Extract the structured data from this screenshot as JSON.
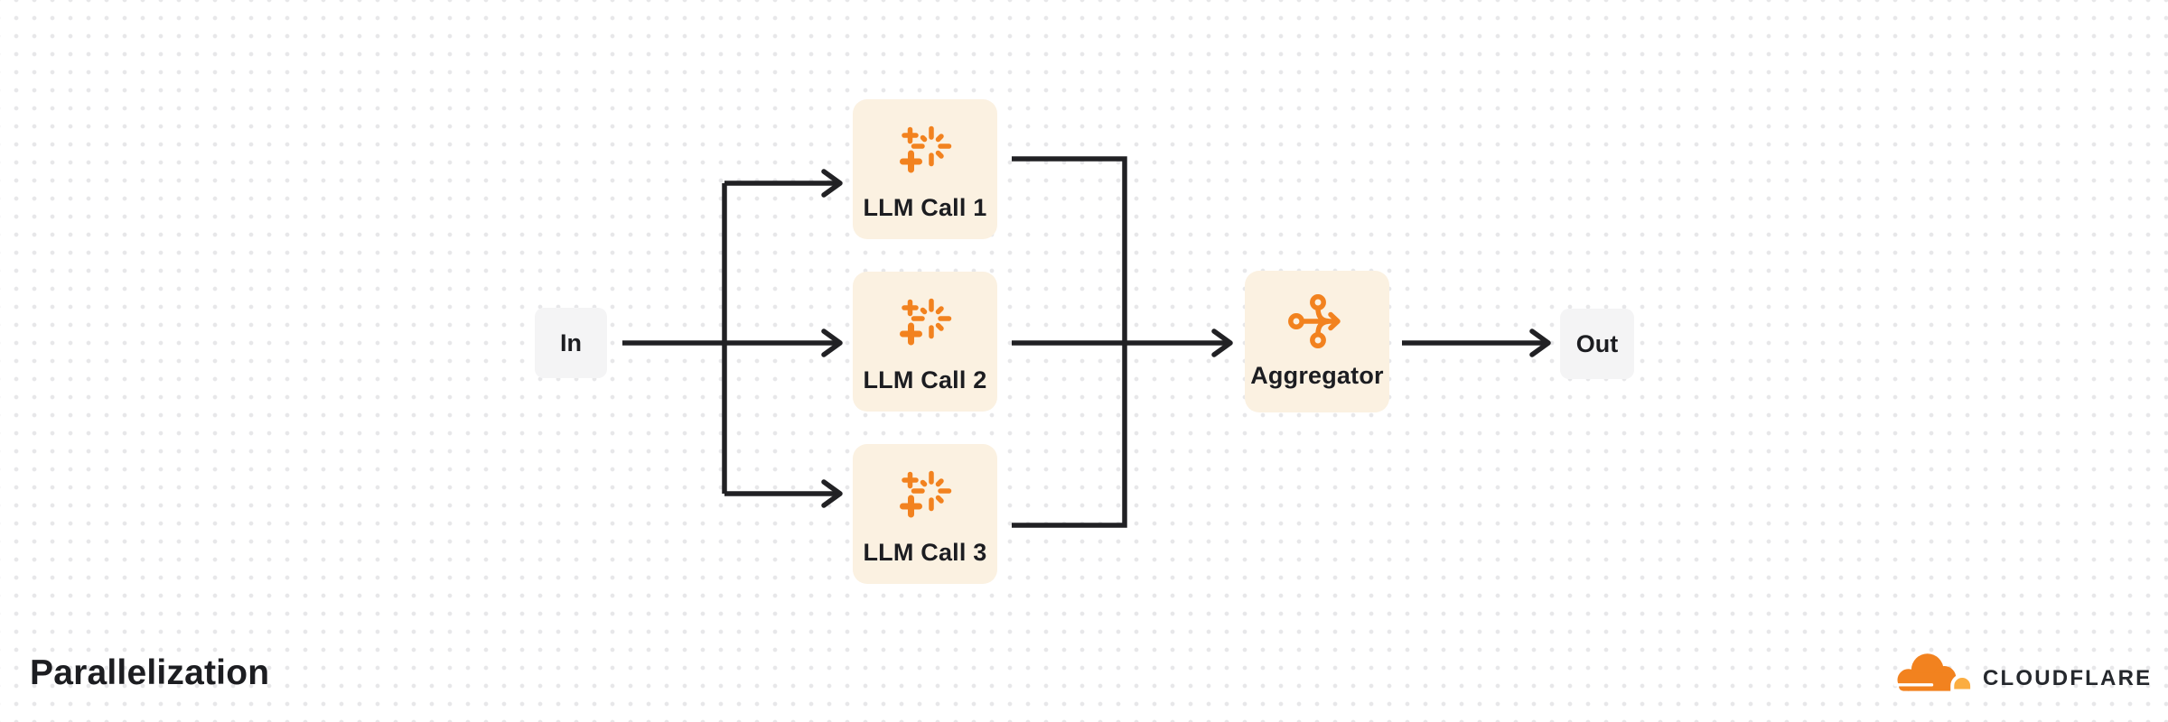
{
  "diagram": {
    "title": "Parallelization",
    "nodes": {
      "input": {
        "label": "In"
      },
      "llm_calls": [
        {
          "label": "LLM Call 1",
          "icon": "sparkle-icon"
        },
        {
          "label": "LLM Call 2",
          "icon": "sparkle-icon"
        },
        {
          "label": "LLM Call 3",
          "icon": "sparkle-icon"
        }
      ],
      "aggregator": {
        "label": "Aggregator",
        "icon": "merge-arrow-icon"
      },
      "output": {
        "label": "Out"
      }
    },
    "flow": "In fans out to LLM Call 1, LLM Call 2 and LLM Call 3 in parallel; their outputs merge into Aggregator which points to Out"
  },
  "branding": {
    "logo_icon": "cloudflare-cloud-icon",
    "wordmark": "CLOUDFLARE"
  },
  "colors": {
    "accent": "#F2821F",
    "accent_light": "#FBAD41",
    "node_bg": "#FBF1E1",
    "io_bg": "#F4F4F5",
    "connector": "#212124",
    "text": "#1C1D21",
    "dot": "#E7E7E9",
    "background": "#FFFFFF"
  }
}
